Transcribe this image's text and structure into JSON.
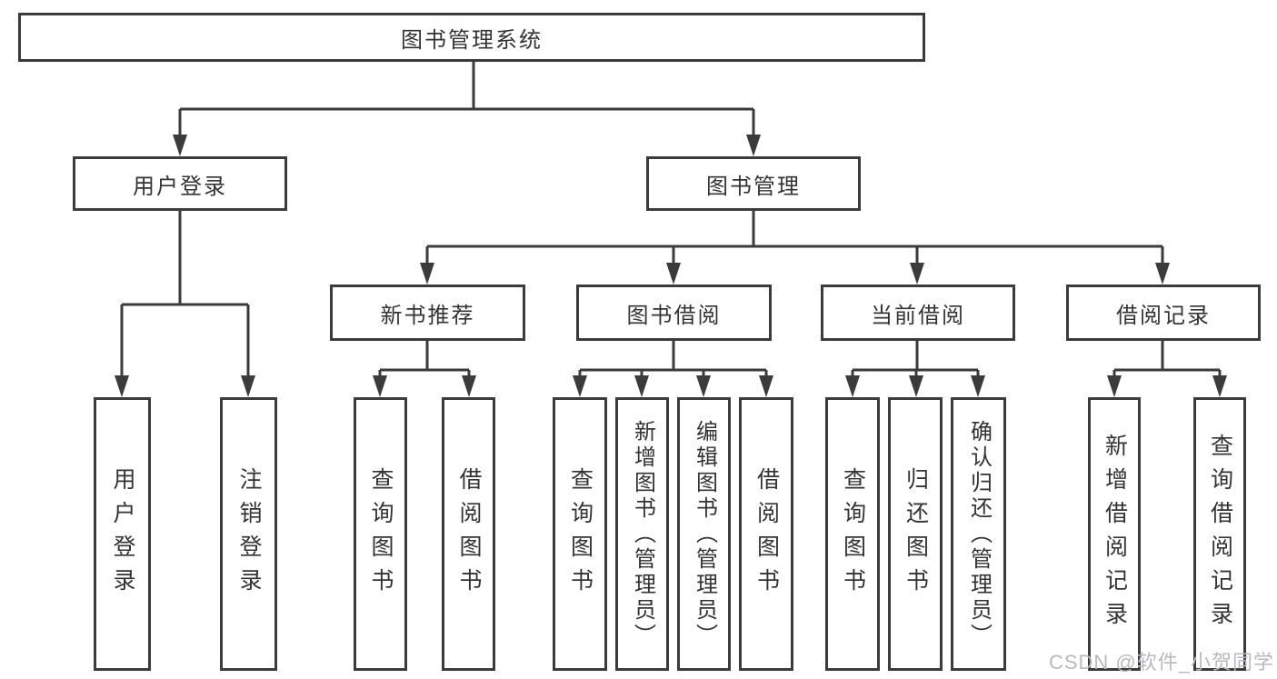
{
  "diagram": {
    "root": {
      "label": "图书管理系统"
    },
    "level2": [
      {
        "label": "用户登录"
      },
      {
        "label": "图书管理"
      }
    ],
    "level3": [
      {
        "label": "新书推荐",
        "parent": "图书管理"
      },
      {
        "label": "图书借阅",
        "parent": "图书管理"
      },
      {
        "label": "当前借阅",
        "parent": "图书管理"
      },
      {
        "label": "借阅记录",
        "parent": "图书管理"
      }
    ],
    "leaves": [
      {
        "label": "用户登录",
        "parent": "用户登录"
      },
      {
        "label": "注销登录",
        "parent": "用户登录"
      },
      {
        "label": "查询图书",
        "parent": "新书推荐"
      },
      {
        "label": "借阅图书",
        "parent": "新书推荐"
      },
      {
        "label": "查询图书",
        "parent": "图书借阅"
      },
      {
        "label": "新增图书（管理员）",
        "parent": "图书借阅"
      },
      {
        "label": "编辑图书（管理员）",
        "parent": "图书借阅"
      },
      {
        "label": "借阅图书",
        "parent": "图书借阅"
      },
      {
        "label": "查询图书",
        "parent": "当前借阅"
      },
      {
        "label": "归还图书",
        "parent": "当前借阅"
      },
      {
        "label": "确认归还（管理员）",
        "parent": "当前借阅"
      },
      {
        "label": "新增借阅记录",
        "parent": "借阅记录"
      },
      {
        "label": "查询借阅记录",
        "parent": "借阅记录"
      }
    ],
    "colors": {
      "line": "#3b3b3b",
      "text": "#333333",
      "box_background": "#ffffff"
    }
  },
  "watermark": {
    "text": "CSDN @软件_小贺同学",
    "color": "#b9b9be"
  }
}
